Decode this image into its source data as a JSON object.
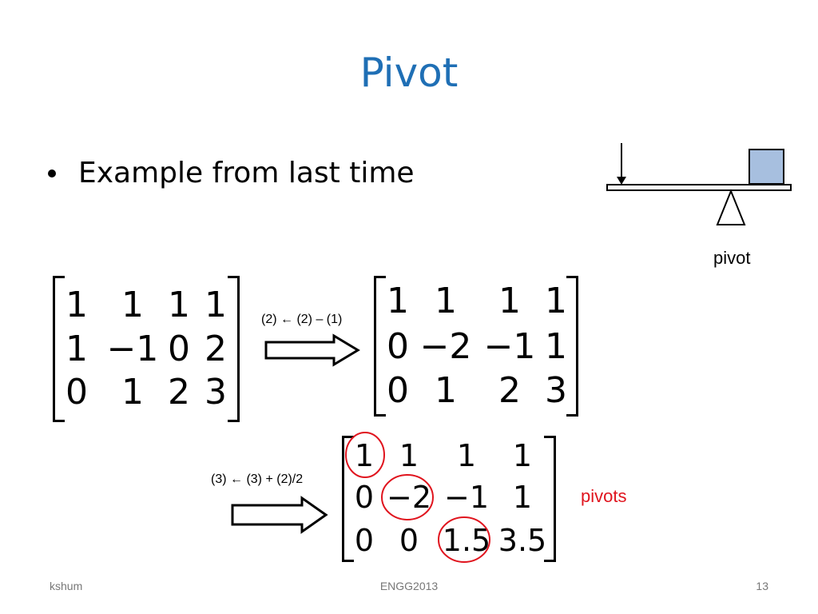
{
  "slide": {
    "title": "Pivot",
    "bullet": "Example from last time",
    "pivot_label": "pivot",
    "op1": "(2) ← (2) – (1)",
    "op2": "(3) ← (3) + (2)/2",
    "pivots_label": "pivots",
    "matrix1": [
      [
        "1",
        "1",
        "1",
        "1"
      ],
      [
        "1",
        "−1",
        "0",
        "2"
      ],
      [
        "0",
        "1",
        "2",
        "3"
      ]
    ],
    "matrix2": [
      [
        "1",
        "1",
        "1",
        "1"
      ],
      [
        "0",
        "−2",
        "−1",
        "1"
      ],
      [
        "0",
        "1",
        "2",
        "3"
      ]
    ],
    "matrix3": [
      [
        "1",
        "1",
        "1",
        "1"
      ],
      [
        "0",
        "−2",
        "−1",
        "1"
      ],
      [
        "0",
        "0",
        "1.5",
        "3.5"
      ]
    ]
  },
  "footer": {
    "left": "kshum",
    "center": "ENGG2013",
    "page": "13"
  },
  "colors": {
    "title": "#1f6fb5",
    "pivot_mark": "#e0141e",
    "block_fill": "#a7bfdf"
  }
}
